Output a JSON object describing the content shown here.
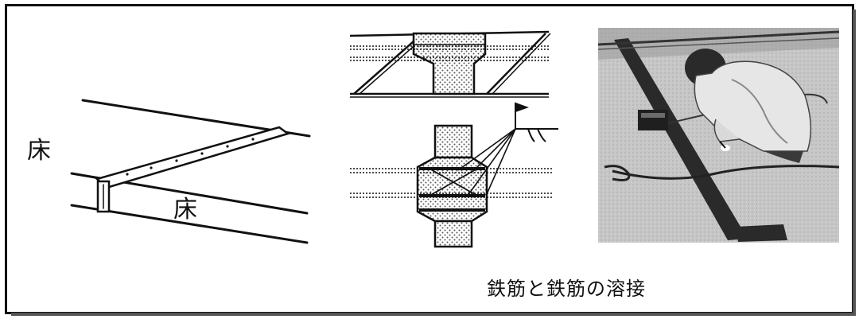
{
  "labels": {
    "floor_upper": "床",
    "floor_lower": "床",
    "caption": "鉄筋と鉄筋の溶接"
  },
  "colors": {
    "ink": "#111111",
    "dot_fill": "#6b6b6b",
    "photo_bg": "#c9c9c9",
    "photo_dark": "#2a2a2a"
  },
  "icons": {
    "weld_symbol": "weld-symbol-icon",
    "welder": "welder-figure"
  }
}
